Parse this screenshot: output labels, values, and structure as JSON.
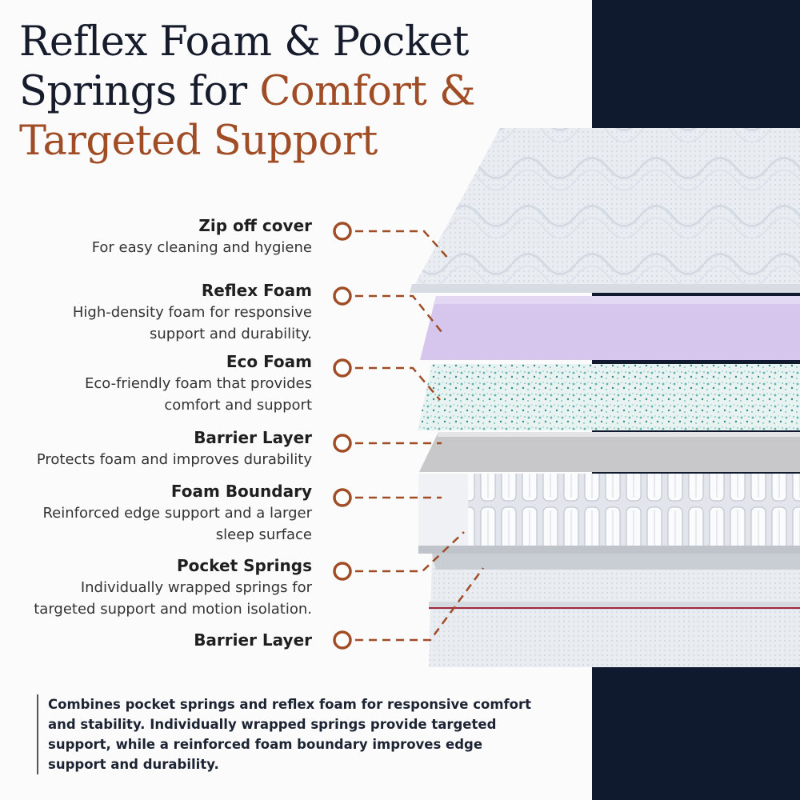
{
  "headline": {
    "line1": "Reflex Foam & Pocket",
    "line2_prefix": "Springs for ",
    "line2_accent": "Comfort &",
    "line3_accent": "Targeted Support"
  },
  "colors": {
    "accent": "#a04d26",
    "navy": "#101a2e",
    "text": "#1f1f1f"
  },
  "layers": [
    {
      "title": "Zip off cover",
      "desc": [
        "For easy cleaning and hygiene"
      ]
    },
    {
      "title": "Reflex Foam",
      "desc": [
        "High-density foam for responsive",
        "support and durability."
      ]
    },
    {
      "title": "Eco Foam",
      "desc": [
        "Eco-friendly foam that provides",
        "comfort and support"
      ]
    },
    {
      "title": "Barrier Layer",
      "desc": [
        "Protects foam and improves durability"
      ]
    },
    {
      "title": "Foam Boundary",
      "desc": [
        "Reinforced edge support and a larger",
        "sleep surface"
      ]
    },
    {
      "title": "Pocket Springs",
      "desc": [
        "Individually wrapped springs for",
        "targeted support and motion isolation."
      ]
    },
    {
      "title": "Barrier Layer",
      "desc": []
    }
  ],
  "footer": {
    "text": "Combines pocket springs and reflex foam for responsive comfort and stability. Individually wrapped springs provide targeted support, while a reinforced foam boundary improves edge support and durability."
  }
}
